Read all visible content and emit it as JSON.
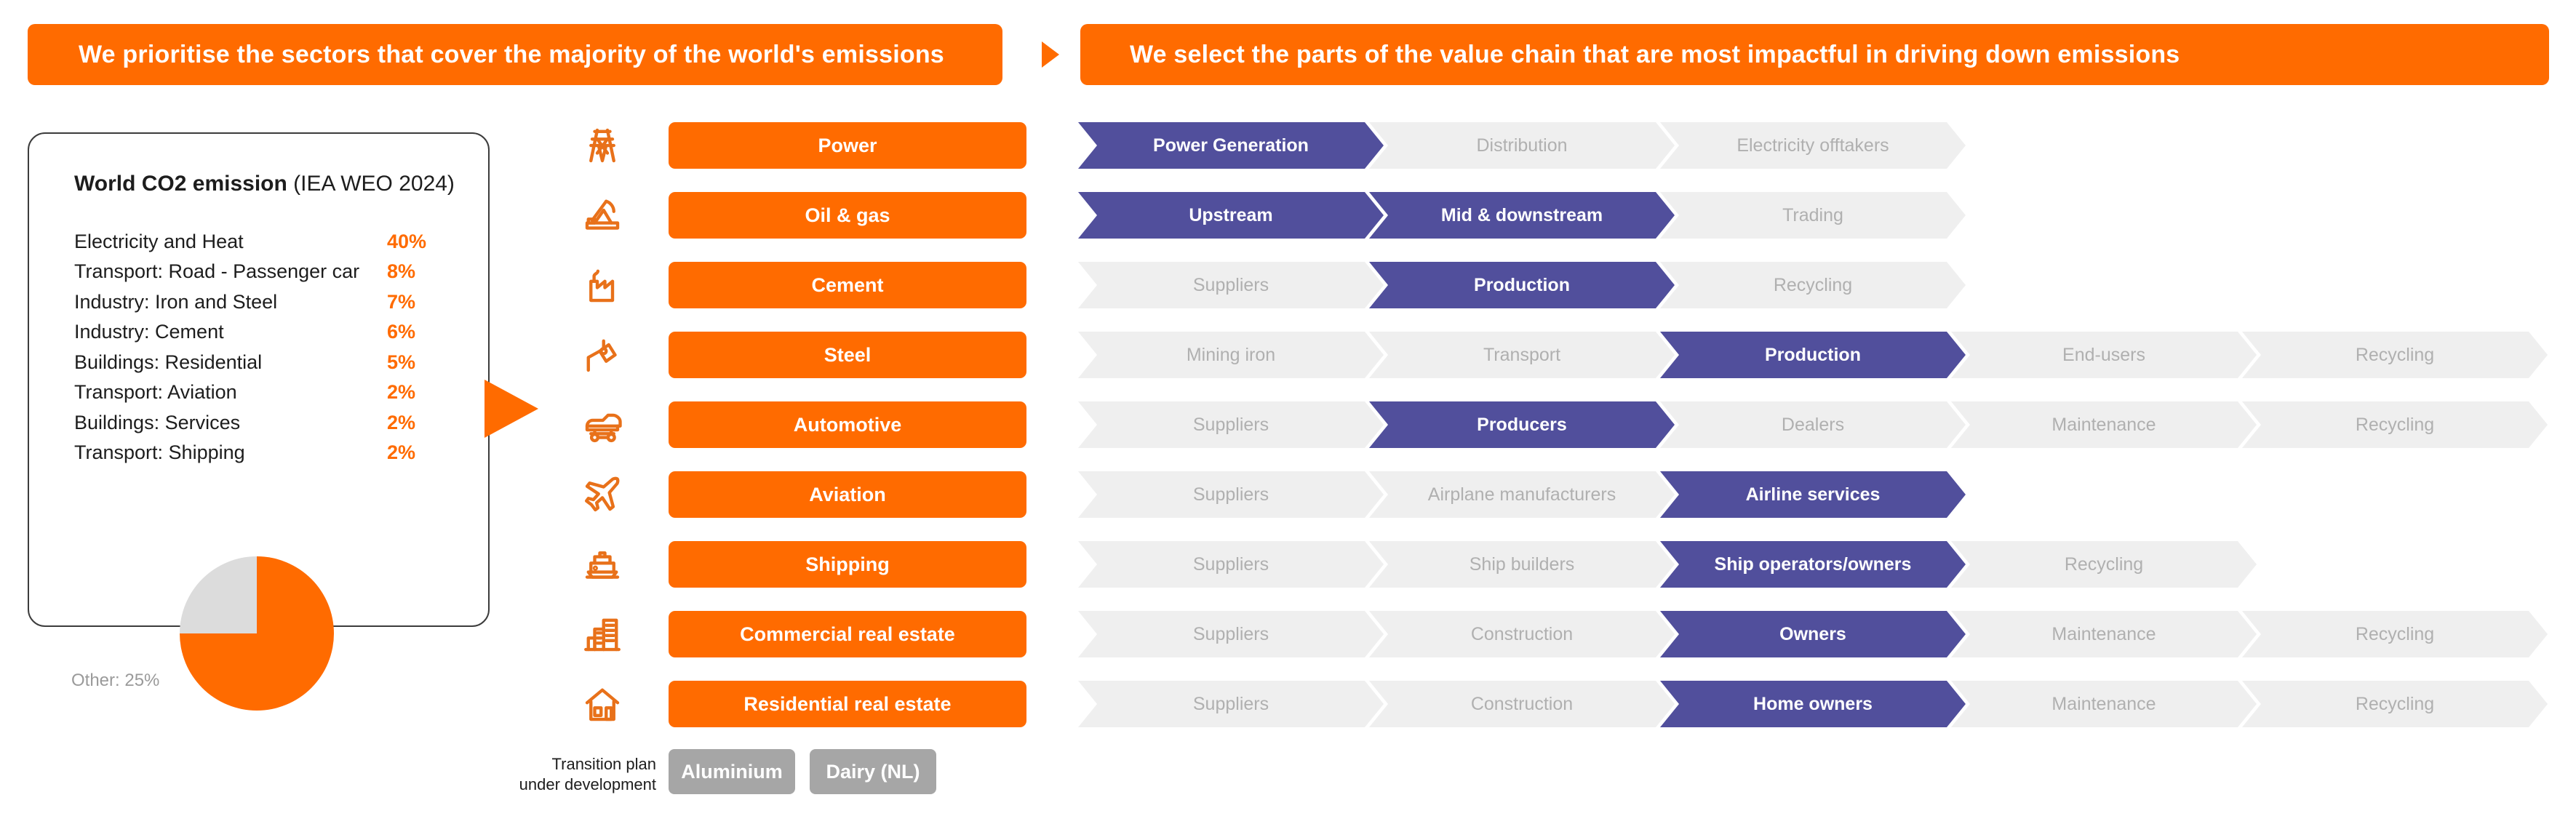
{
  "banners": {
    "left": "We prioritise the sectors that cover the majority of the world's emissions",
    "right": "We select the parts of the value chain that are most impactful in driving down emissions"
  },
  "emissions_card": {
    "title_strong": "World CO2 emission",
    "title_source": " (IEA WEO 2024)",
    "other_label": "Other: 25%",
    "rows": [
      {
        "label": "Electricity and Heat",
        "value": "40%"
      },
      {
        "label": "Transport: Road - Passenger car",
        "value": "8%"
      },
      {
        "label": "Industry: Iron and Steel",
        "value": "7%"
      },
      {
        "label": "Industry: Cement",
        "value": "6%"
      },
      {
        "label": "Buildings: Residential",
        "value": "5%"
      },
      {
        "label": "Transport: Aviation",
        "value": "2%"
      },
      {
        "label": "Buildings: Services",
        "value": "2%"
      },
      {
        "label": "Transport: Shipping",
        "value": "2%"
      }
    ]
  },
  "chart_data": {
    "type": "pie",
    "title": "World CO2 emission (IEA WEO 2024)",
    "categories": [
      "Electricity and Heat",
      "Transport: Road - Passenger car",
      "Industry: Iron and Steel",
      "Industry: Cement",
      "Buildings: Residential",
      "Transport: Aviation",
      "Buildings: Services",
      "Transport: Shipping",
      "Other"
    ],
    "values": [
      40,
      8,
      7,
      6,
      5,
      2,
      2,
      2,
      25
    ],
    "unit": "%",
    "legend": "inline-list",
    "colors": {
      "covered": "#FF6B00",
      "other": "#DCDCDC"
    },
    "annotations": [
      "Other: 25%"
    ],
    "covered_total": 75,
    "other_total": 25
  },
  "sectors": [
    {
      "label": "Power",
      "icon": "power-pylon-icon"
    },
    {
      "label": "Oil & gas",
      "icon": "oil-pumpjack-icon"
    },
    {
      "label": "Cement",
      "icon": "factory-icon"
    },
    {
      "label": "Steel",
      "icon": "steel-ladle-icon"
    },
    {
      "label": "Automotive",
      "icon": "car-icon"
    },
    {
      "label": "Aviation",
      "icon": "airplane-icon"
    },
    {
      "label": "Shipping",
      "icon": "ship-icon"
    },
    {
      "label": "Commercial real estate",
      "icon": "office-buildings-icon"
    },
    {
      "label": "Residential real estate",
      "icon": "house-icon"
    }
  ],
  "transition": {
    "label_line1": "Transition plan",
    "label_line2": "under development",
    "buttons": [
      "Aluminium",
      "Dairy (NL)"
    ]
  },
  "value_chain": {
    "rows": [
      {
        "stages": [
          {
            "label": "Power Generation",
            "active": true
          },
          {
            "label": "Distribution",
            "active": false
          },
          {
            "label": "Electricity offtakers",
            "active": false
          }
        ]
      },
      {
        "stages": [
          {
            "label": "Upstream",
            "active": true
          },
          {
            "label": "Mid & downstream",
            "active": true
          },
          {
            "label": "Trading",
            "active": false
          }
        ]
      },
      {
        "stages": [
          {
            "label": "Suppliers",
            "active": false
          },
          {
            "label": "Production",
            "active": true
          },
          {
            "label": "Recycling",
            "active": false
          }
        ]
      },
      {
        "stages": [
          {
            "label": "Mining iron",
            "active": false
          },
          {
            "label": "Transport",
            "active": false
          },
          {
            "label": "Production",
            "active": true
          },
          {
            "label": "End-users",
            "active": false
          },
          {
            "label": "Recycling",
            "active": false
          }
        ]
      },
      {
        "stages": [
          {
            "label": "Suppliers",
            "active": false
          },
          {
            "label": "Producers",
            "active": true
          },
          {
            "label": "Dealers",
            "active": false
          },
          {
            "label": "Maintenance",
            "active": false
          },
          {
            "label": "Recycling",
            "active": false
          }
        ]
      },
      {
        "stages": [
          {
            "label": "Suppliers",
            "active": false
          },
          {
            "label": "Airplane manufacturers",
            "active": false
          },
          {
            "label": "Airline services",
            "active": true
          }
        ]
      },
      {
        "stages": [
          {
            "label": "Suppliers",
            "active": false
          },
          {
            "label": "Ship builders",
            "active": false
          },
          {
            "label": "Ship operators/owners",
            "active": true
          },
          {
            "label": "Recycling",
            "active": false
          }
        ]
      },
      {
        "stages": [
          {
            "label": "Suppliers",
            "active": false
          },
          {
            "label": "Construction",
            "active": false
          },
          {
            "label": "Owners",
            "active": true
          },
          {
            "label": "Maintenance",
            "active": false
          },
          {
            "label": "Recycling",
            "active": false
          }
        ]
      },
      {
        "stages": [
          {
            "label": "Suppliers",
            "active": false
          },
          {
            "label": "Construction",
            "active": false
          },
          {
            "label": "Home owners",
            "active": true
          },
          {
            "label": "Maintenance",
            "active": false
          },
          {
            "label": "Recycling",
            "active": false
          }
        ]
      }
    ]
  },
  "colors": {
    "brand_orange": "#FF6B00",
    "chevron_active": "#514F9C",
    "chevron_inactive": "#EFEFEF",
    "grey_button": "#A6A6A6"
  }
}
